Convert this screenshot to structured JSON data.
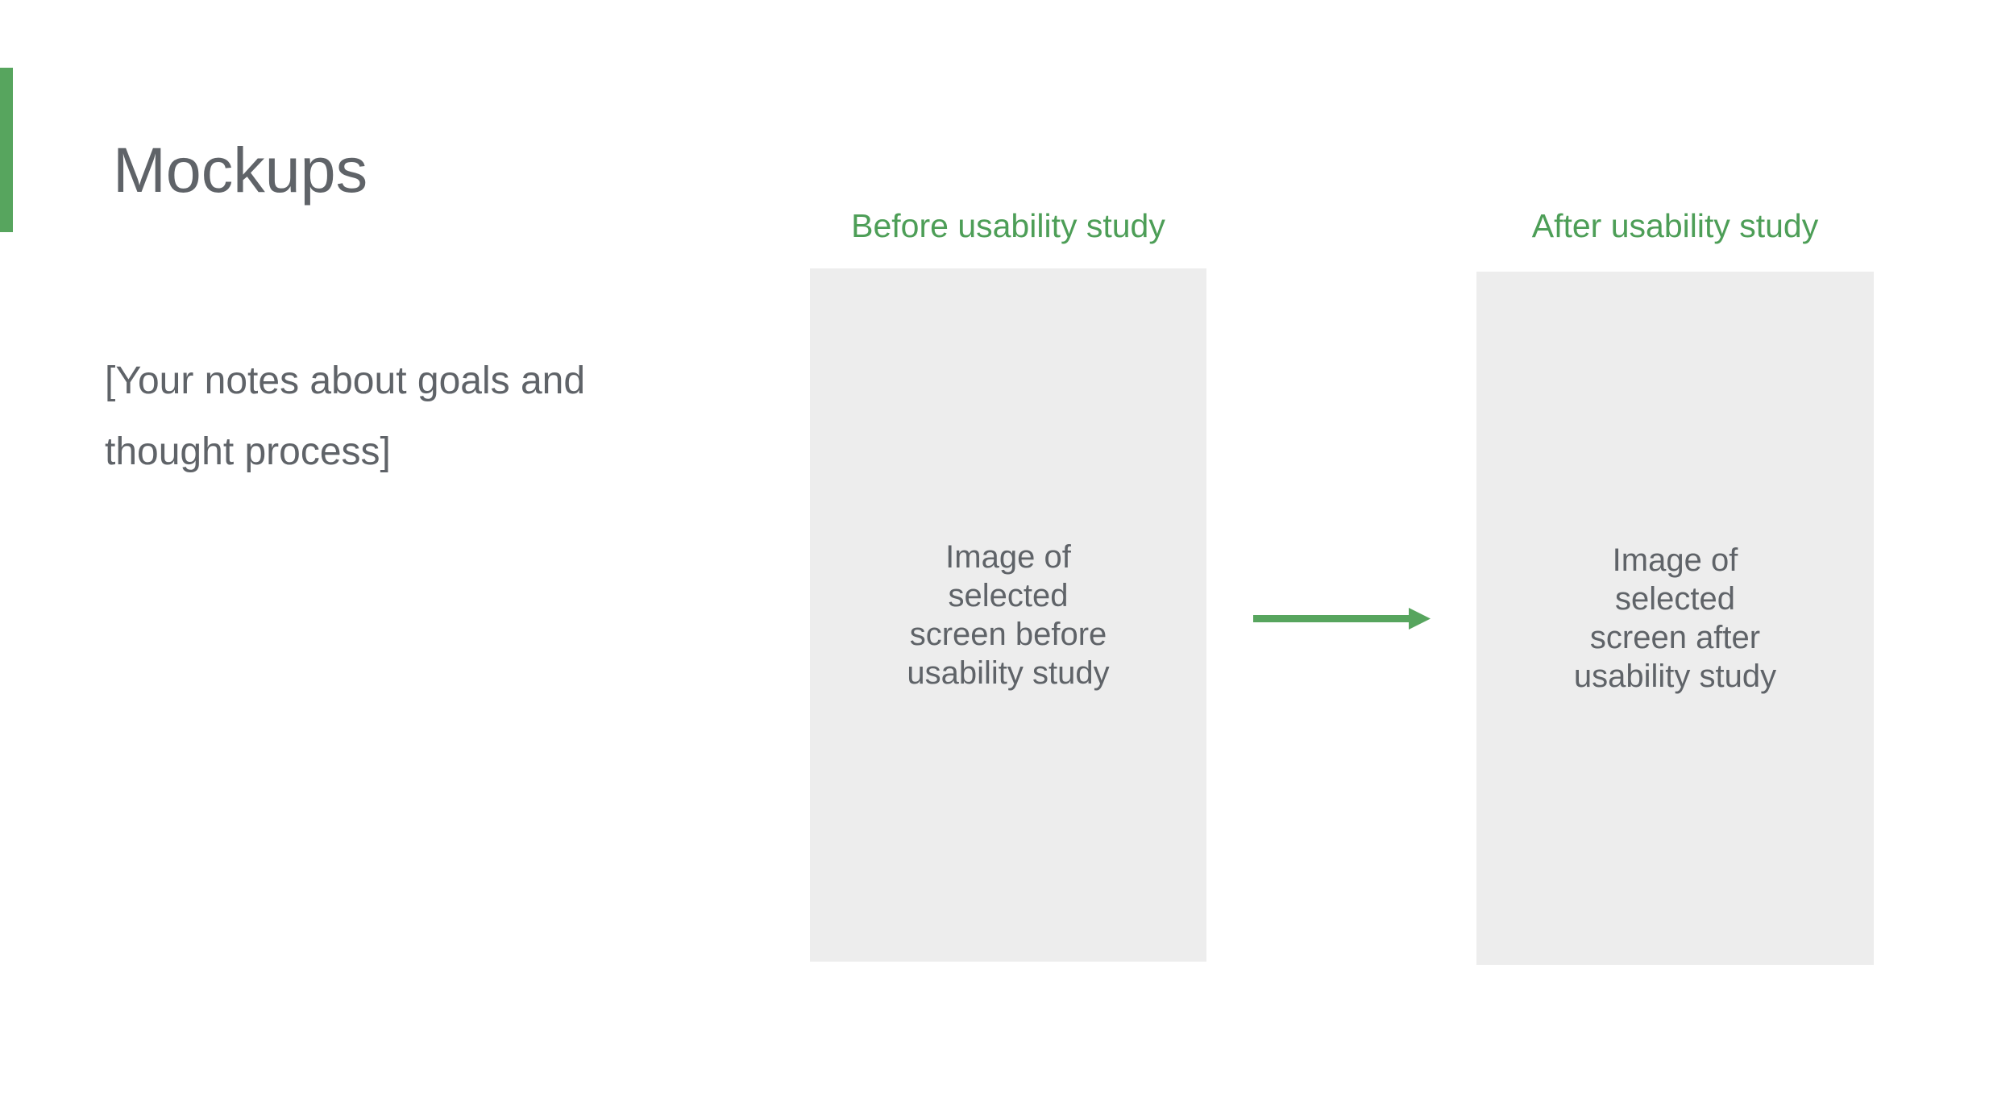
{
  "slide": {
    "title": "Mockups",
    "notes": "[Your notes about goals and thought process]",
    "before": {
      "label": "Before usability study",
      "placeholder_text": "Image of selected screen before usability study"
    },
    "after": {
      "label": "After usability study",
      "placeholder_text": "Image of selected screen after usability study"
    },
    "colors": {
      "background": "#ffffff",
      "accent_green": "#57a55e",
      "text_green": "#4d9e57",
      "text_gray": "#5f6368",
      "placeholder_fill": "#ededed"
    }
  }
}
